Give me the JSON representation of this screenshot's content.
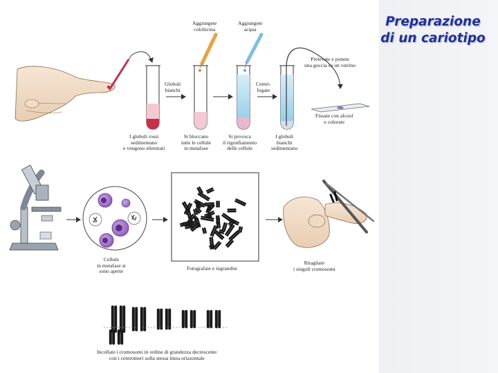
{
  "title": {
    "line1": "Preparazione",
    "line2": "di un cariotipo"
  },
  "labels": {
    "add_colchicine": [
      "Aggiungete",
      "colchicina"
    ],
    "add_water": [
      "Aggiungete",
      "acqua"
    ],
    "white_cells": [
      "Globuli",
      "bianchi"
    ],
    "centrifuge": [
      "Centri-",
      "fugate"
    ],
    "take_drop": [
      "Prelevate e ponete",
      "una goccia su un vetrino"
    ],
    "fix_stain": [
      "Fissate con alcool",
      "e colorate"
    ],
    "red_cells": [
      "I globuli rossi",
      "sedimentano",
      "e vengono eliminati"
    ],
    "block_cells": [
      "Si bloccano",
      "tutte le cellule",
      "in metafase"
    ],
    "swelling": [
      "Si provoca",
      "il rigonfiamento",
      "delle cellule"
    ],
    "white_sediment": [
      "I globuli",
      "bianchi",
      "sedimentano"
    ],
    "cells_open": [
      "Cellule",
      "in metafase si",
      "sono aperte"
    ],
    "photographed": [
      "Fotografate e ingrandite"
    ],
    "cut_out": [
      "Ritagliate",
      "i singoli cromosomi"
    ],
    "glue": [
      "Incollate i cromosomi in ordine di grandezza decrescente",
      "con i centromeri sulla stessa linea orizzontale"
    ]
  },
  "colors": {
    "title": "#1f2f9a",
    "blood": "#c83048",
    "cell": "#8a55b8",
    "tube_blue": "#a8d8ee",
    "chromosome": "#1a1a1a"
  }
}
